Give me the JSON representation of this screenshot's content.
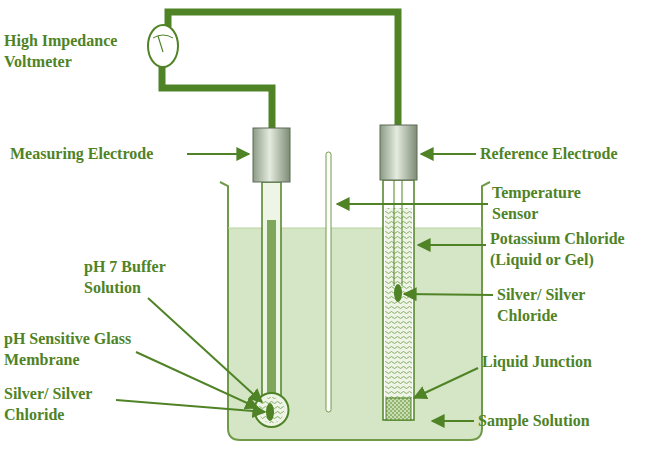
{
  "diagram": {
    "labels": [
      "High Impedance Voltmeter",
      "Measuring Electrode",
      "Reference Electrode",
      "Temperature Sensor",
      "Potassium Chloride (Liquid or Gel)",
      "pH 7 Buffer Solution",
      "Silver/ Silver Chloride",
      "pH Sensitive Glass Membrane",
      "Silver/ Silver Chloride",
      "Liquid Junction",
      "Sample Solution"
    ]
  }
}
